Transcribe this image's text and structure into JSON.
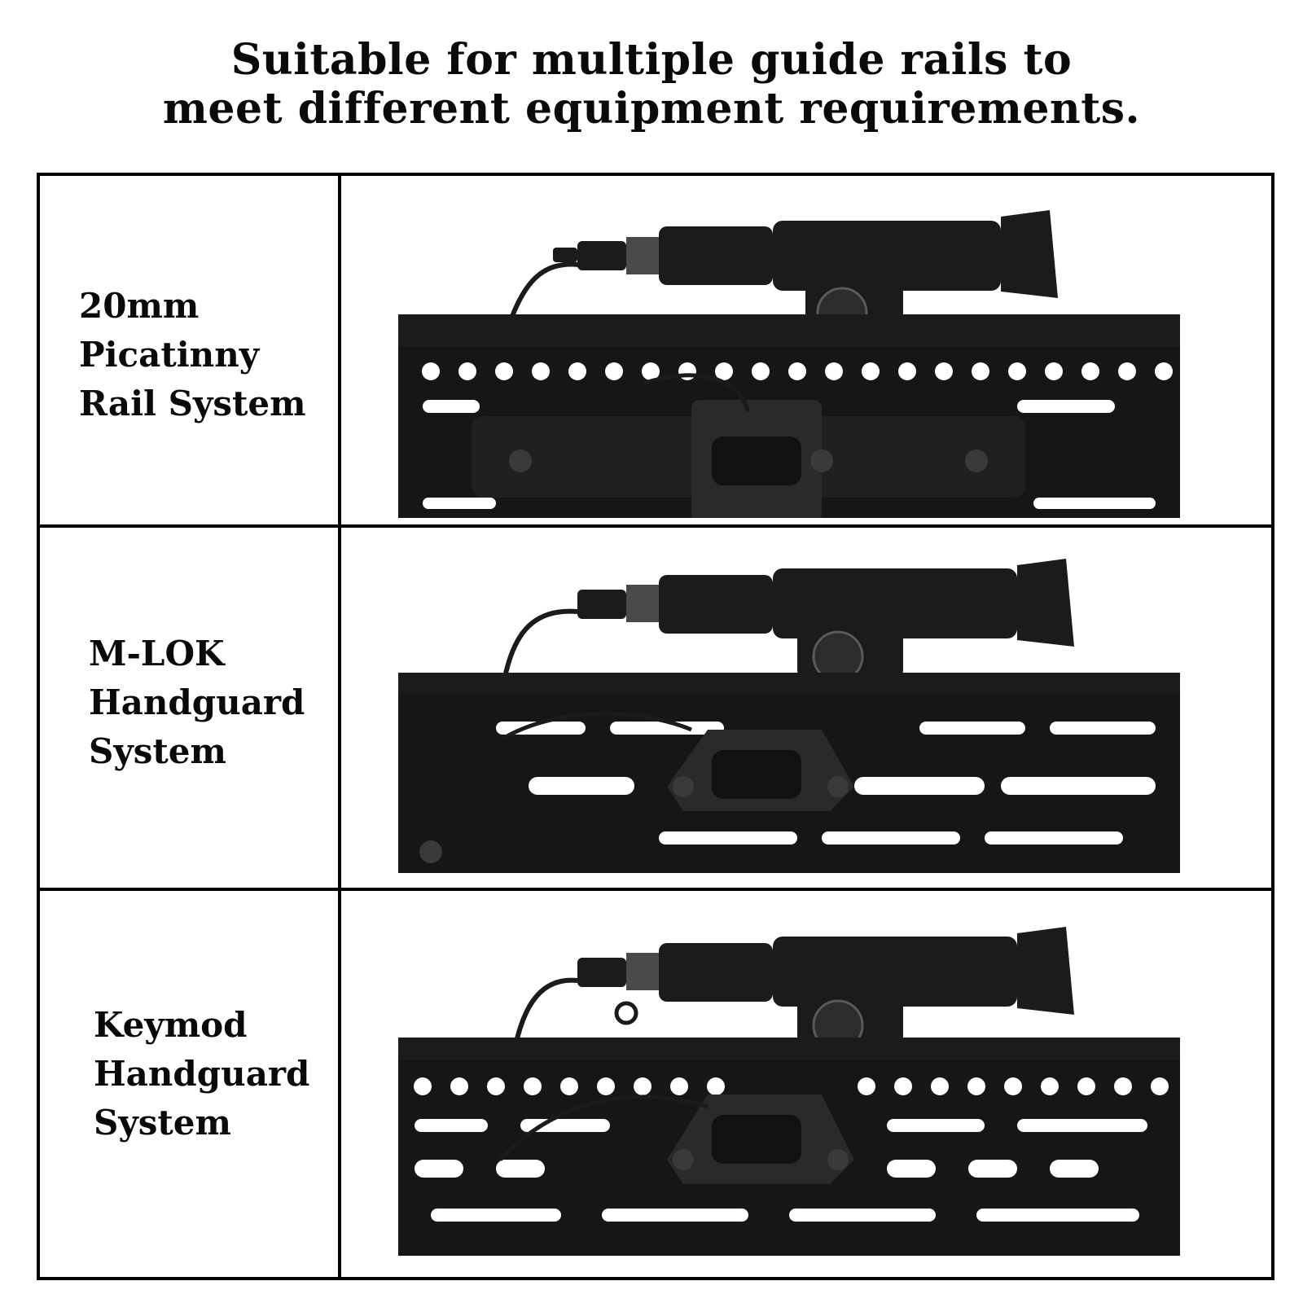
{
  "heading": {
    "line1": "Suitable for multiple guide rails to",
    "line2": "meet different equipment requirements."
  },
  "rows": [
    {
      "label_lines": [
        "20mm",
        "Picatinny",
        "Rail System"
      ],
      "image": "flashlight-mounted-on-picatinny-rail"
    },
    {
      "label_lines": [
        "M-LOK",
        "Handguard",
        "System"
      ],
      "image": "flashlight-mounted-on-mlok-handguard"
    },
    {
      "label_lines": [
        "Keymod",
        "Handguard",
        "System"
      ],
      "image": "flashlight-mounted-on-keymod-handguard"
    }
  ],
  "colors": {
    "border": "#000000",
    "metal": "#1b1b1b",
    "highlight": "#3a3a3a",
    "background": "#ffffff"
  }
}
